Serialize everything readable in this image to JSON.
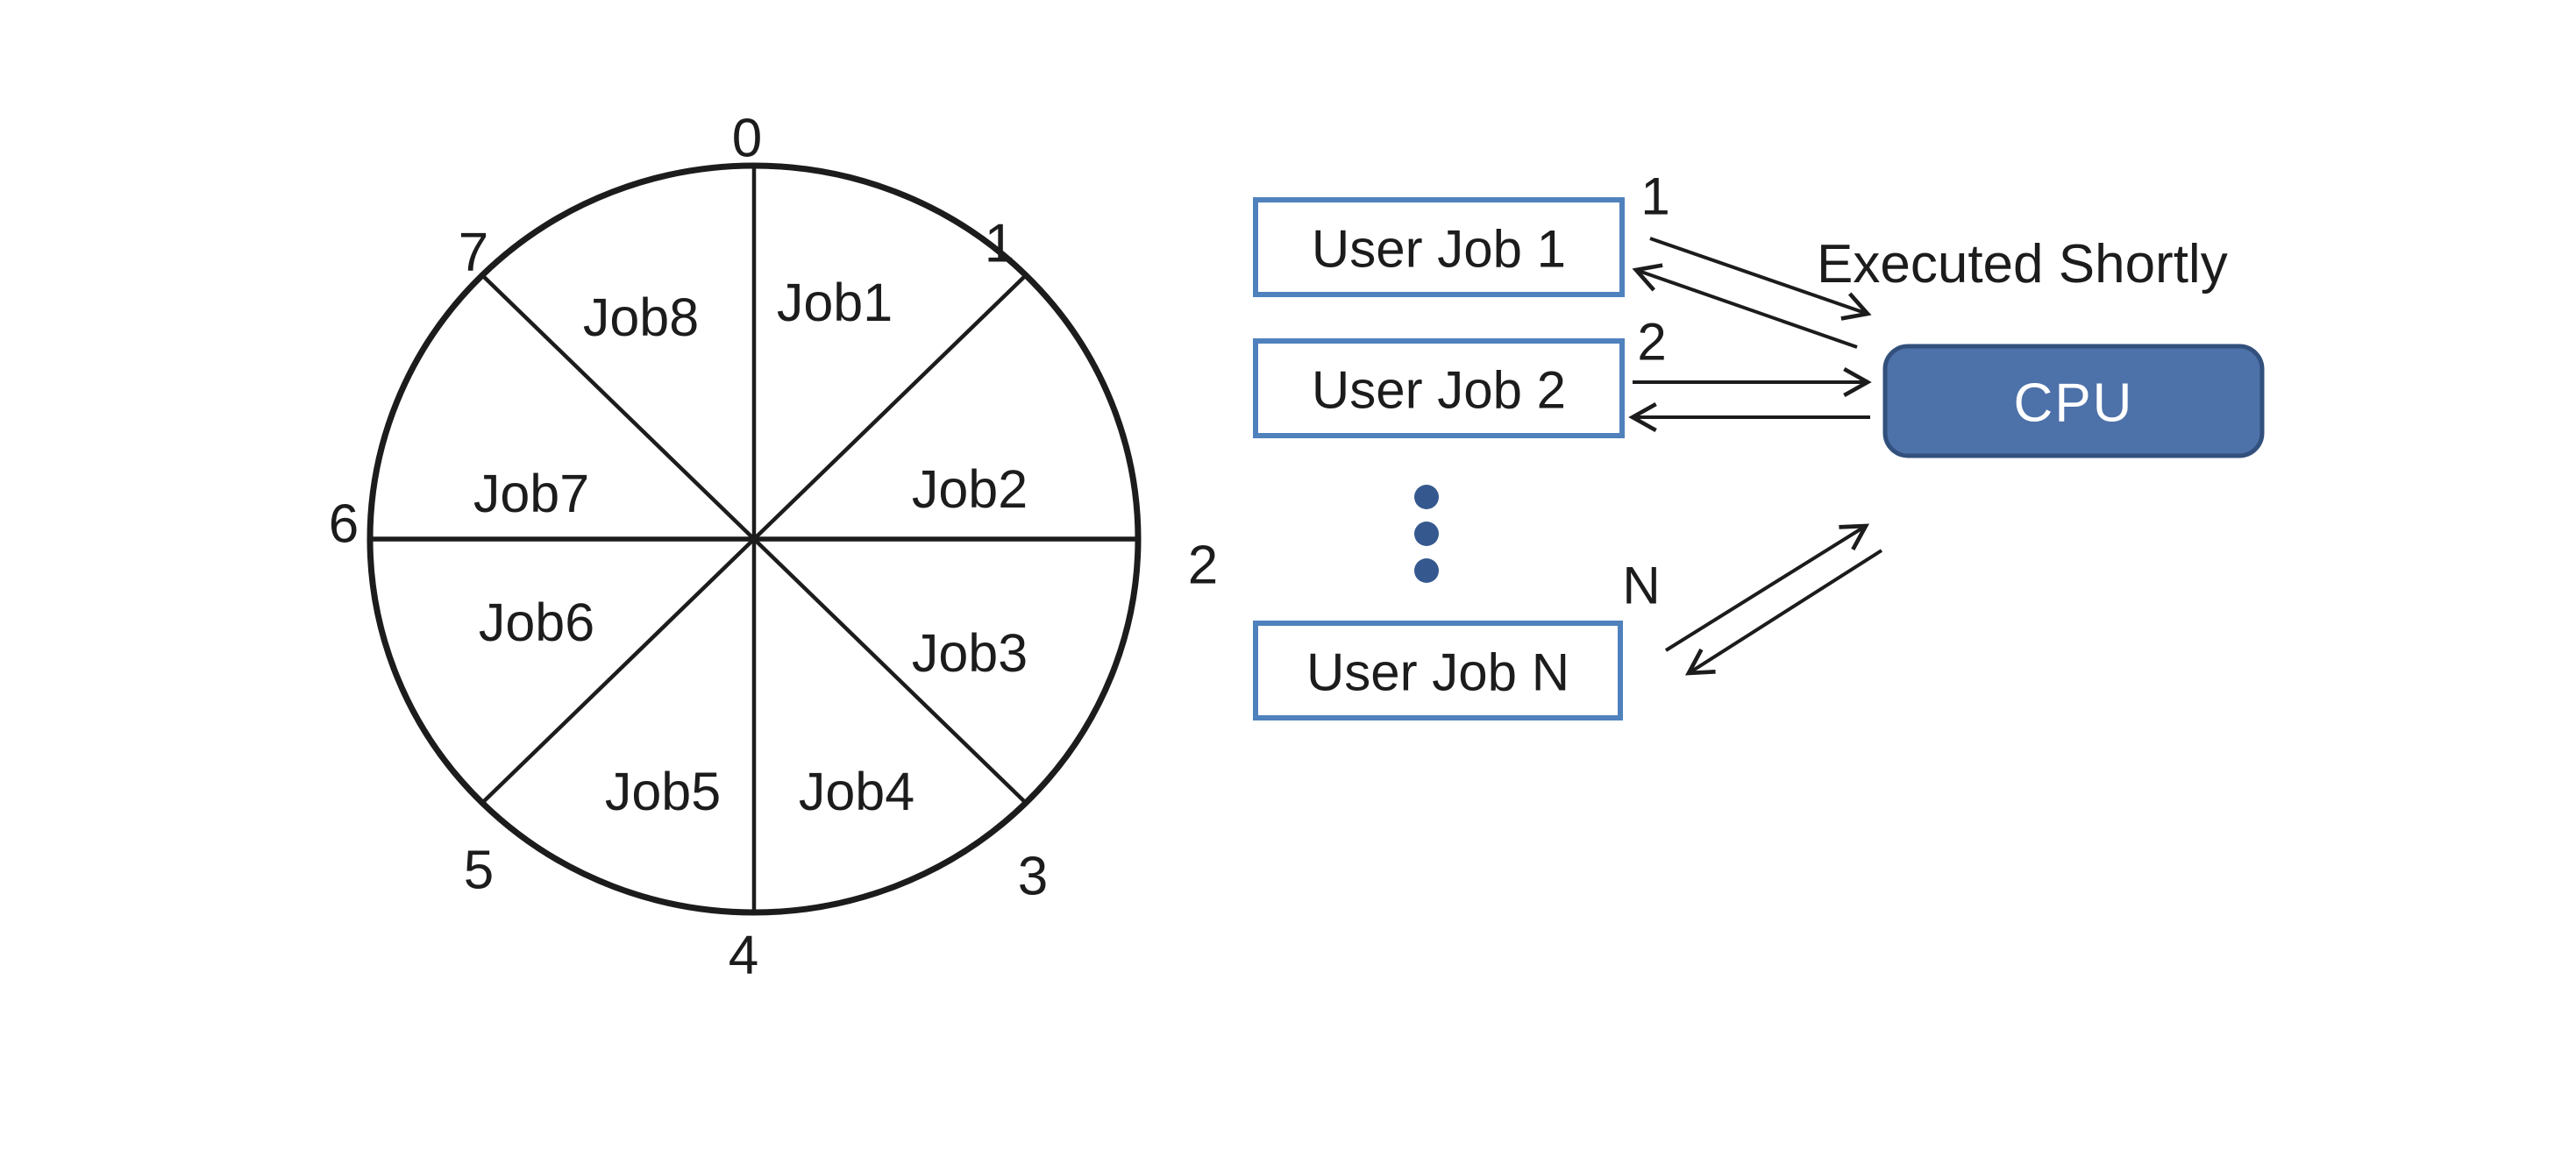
{
  "wheel": {
    "numbers": [
      "0",
      "1",
      "2",
      "3",
      "4",
      "5",
      "6",
      "7"
    ],
    "sectors": [
      "Job1",
      "Job2",
      "Job3",
      "Job4",
      "Job5",
      "Job6",
      "Job7",
      "Job8"
    ]
  },
  "user_jobs": [
    {
      "label": "User Job 1",
      "tag": "1"
    },
    {
      "label": "User Job 2",
      "tag": "2"
    },
    {
      "label": "User Job N",
      "tag": "N"
    }
  ],
  "cpu": {
    "label": "CPU"
  },
  "caption": "Executed Shortly",
  "colors": {
    "box_border": "#4f81bd",
    "cpu_fill": "#4d71a9",
    "cpu_border": "#32507c",
    "dot": "#35598f",
    "ink": "#1c1c1c"
  }
}
